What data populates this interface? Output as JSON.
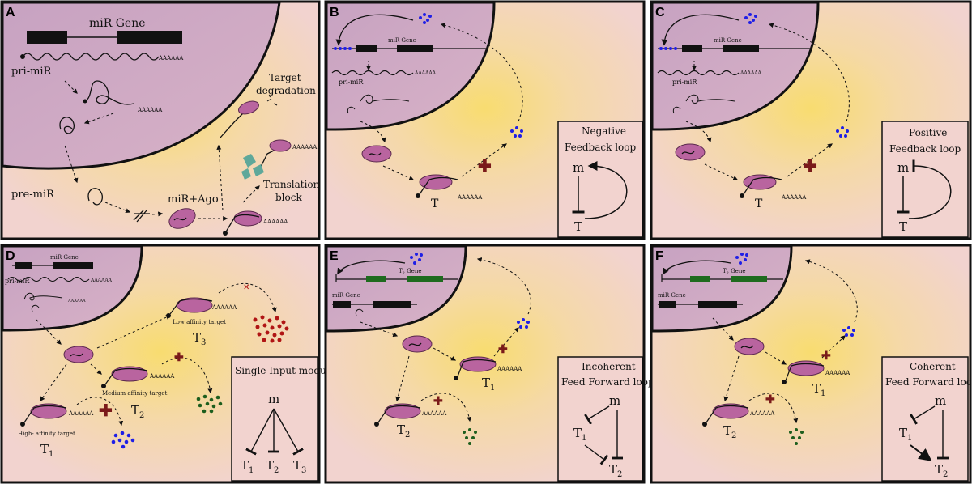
{
  "panels": {
    "A": {
      "letter": "A",
      "gene_label": "miR Gene",
      "pri_label": "pri-miR",
      "pre_label": "pre-miR",
      "ago_label": "miR+Ago",
      "degradation_label": "Target\ndegradation",
      "block_label": "Translation\nblock",
      "polyA": "AAAAAA"
    },
    "B": {
      "letter": "B",
      "gene_label": "miR Gene",
      "pri_label": "pri-miR",
      "target_label": "T",
      "box_title": "Negative\nFeedback loop",
      "box_m": "m",
      "box_t": "T",
      "polyA": "AAAAAA"
    },
    "C": {
      "letter": "C",
      "gene_label": "miR Gene",
      "pri_label": "pri-miR",
      "target_label": "T",
      "box_title": "Positive\nFeedback loop",
      "box_m": "m",
      "box_t": "T",
      "polyA": "AAAAAA"
    },
    "D": {
      "letter": "D",
      "gene_label": "miR Gene",
      "pri_label": "pri-miR",
      "low_label": "Low affinity target",
      "medium_label": "Medium affinity target",
      "high_label": "High- affinity target",
      "t1": "T1",
      "t2": "T2",
      "t3": "T3",
      "box_title": "Single Input module",
      "box_m": "m",
      "polyA": "AAAAAA"
    },
    "E": {
      "letter": "E",
      "t2_gene_label": "T2 Gene",
      "mir_gene_label": "miR Gene",
      "t1": "T1",
      "t2": "T2",
      "box_title": "Incoherent\nFeed Forward loop",
      "box_m": "m",
      "polyA": "AAAAAA"
    },
    "F": {
      "letter": "F",
      "t2_gene_label": "T2 Gene",
      "mir_gene_label": "miR Gene",
      "t1": "T1",
      "t2": "T2",
      "box_title": "Coherent\nFeed Forward loop",
      "box_m": "m",
      "polyA": "AAAAAA"
    }
  },
  "colors": {
    "cytoplasm": "#f2d3cf",
    "glow": "#f8dc70",
    "nucleus": "#cba6c3",
    "ago": "#b9649f",
    "blue_dots": "#1f1fe6",
    "red_dots": "#b01414",
    "green_dots": "#1d5e1d",
    "inhibit_cross": "#7a1a1a",
    "green_gene": "#1e6b1e",
    "block_shapes": "#5fa89a"
  }
}
